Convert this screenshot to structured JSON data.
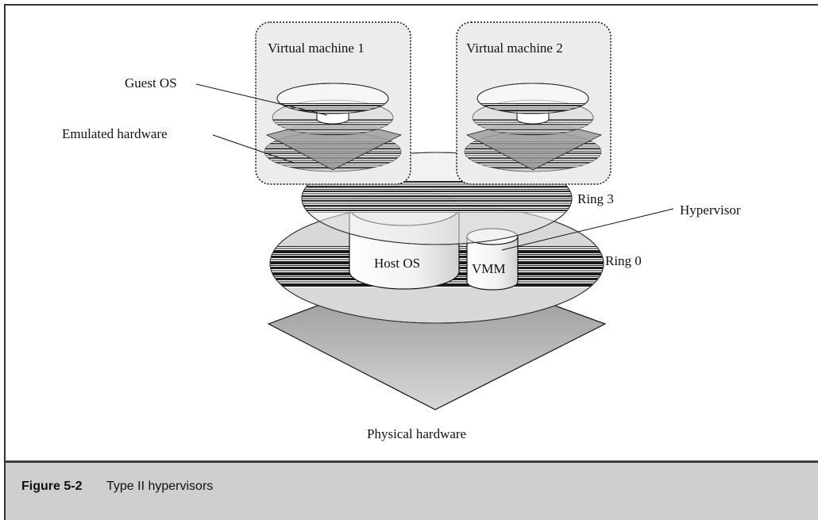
{
  "figure": {
    "number": "Figure 5-2",
    "title": "Type II hypervisors"
  },
  "labels": {
    "vm1": "Virtual machine 1",
    "vm2": "Virtual machine 2",
    "guest_os": "Guest OS",
    "emulated_hardware": "Emulated hardware",
    "ring3": "Ring 3",
    "hypervisor": "Hypervisor",
    "ring0": "Ring 0",
    "host_os": "Host OS",
    "vmm": "VMM",
    "physical_hardware": "Physical hardware"
  }
}
